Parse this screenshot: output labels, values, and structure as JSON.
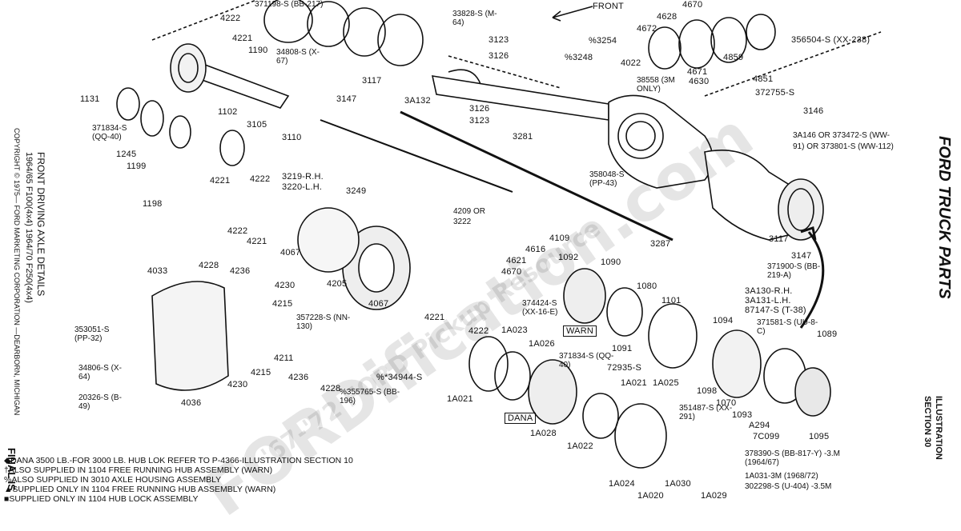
{
  "side_left": {
    "title": "FRONT DRIVING AXLE DETAILS",
    "models": "1964/65  F100(4x4) 1964/70 F250(4x4)",
    "copyright": "COPYRIGHT © 1975— FORD MARKETING CORPORATION —DEARBORN, MICHIGAN",
    "final": "FINAL IS"
  },
  "side_right": {
    "brand": "FORD TRUCK PARTS",
    "illustration": "ILLUSTRATION",
    "section": "SECTION 30"
  },
  "front_label": "FRONT",
  "watermark": {
    "main": "FORDification.com",
    "sub": "'67-'72 FORD Pickup Resource"
  },
  "part_labels": [
    "371198-S (BB-217)",
    "4222",
    "4221",
    "1190",
    "34808-S (X-67)",
    "33828-S (M-64)",
    "3123",
    "3126",
    "4670",
    "4628",
    "4672",
    "356504-S (XX-238)",
    "%3254",
    "%3248",
    "4022",
    "4859",
    "4671",
    "4630",
    "4851",
    "38558 (3M ONLY)",
    "372755-S",
    "3146",
    "3117",
    "3147",
    "3A132",
    "3126",
    "3123",
    "1131",
    "1102",
    "3105",
    "3110",
    "371834-S (QQ-40)",
    "1245",
    "1199",
    "4221",
    "4222",
    "1198",
    "3219-R.H.",
    "3220-L.H.",
    "3249",
    "3281",
    "358048-S (PP-43)",
    "3A146 OR 373472-S (WW-91) OR 373801-S (WW-112)",
    "4222",
    "4221",
    "4067",
    "4209 OR 3222",
    "4616",
    "4109",
    "4621",
    "4670",
    "3287",
    "3117",
    "3147",
    "371900-S (BB-219-A)",
    "3A130-R.H.",
    "3A131-L.H.",
    "87147-S (T-38)",
    "371581-S (UU-8-C)",
    "4033",
    "4228",
    "4236",
    "4230",
    "4215",
    "357228-S (NN-130)",
    "4205",
    "4067",
    "4221",
    "4222",
    "353051-S (PP-32)",
    "34806-S (X-64)",
    "20326-S (B-49)",
    "4036",
    "4211",
    "4236",
    "4215",
    "4230",
    "4228",
    "%*34944-S",
    "%355765-S (BB-196)",
    "1092",
    "1090",
    "1080",
    "374424-S (XX-16-E)",
    "WARN",
    "1A023",
    "1A026",
    "371834-S (QQ-40)",
    "72935-S",
    "1091",
    "1101",
    "1094",
    "1089",
    "1A021",
    "1A025",
    "1098",
    "1070",
    "1093",
    "A294",
    "7C099",
    "1095",
    "1A021",
    "DANA",
    "1A028",
    "1A022",
    "351487-S (XX-291)",
    "378390-S (BB-817-Y) -3.M (1964/67)",
    "1A031-3M (1968/72)",
    "302298-S (U-404) -3.5M",
    "1A024",
    "1A020",
    "1A030",
    "1A029"
  ],
  "notes": [
    "◆DANA 3500 LB.-FOR 3000 LB. HUB LOK REFER TO P-4366-ILLUSTRATION SECTION 10",
    "†ALSO SUPPLIED IN 1104 FREE RUNNING HUB ASSEMBLY (WARN)",
    "%ALSO SUPPLIED IN 3010 AXLE HOUSING ASSEMBLY",
    "▲SUPPLIED ONLY IN 1104 FREE RUNNING HUB ASSEMBLY (WARN)",
    "■SUPPLIED ONLY IN 1104 HUB LOCK ASSEMBLY"
  ]
}
